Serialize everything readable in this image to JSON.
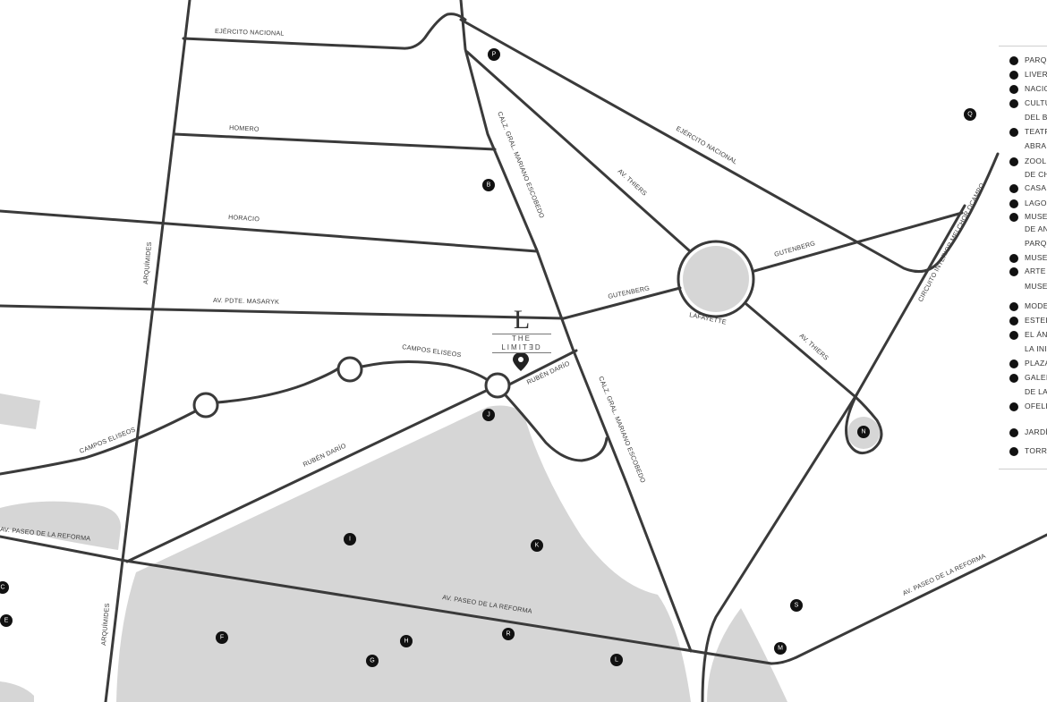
{
  "map": {
    "streets": {
      "ejercito_nacional_top": "EJÉRCITO NACIONAL",
      "ejercito_nacional_diag": "EJÉRCITO NACIONAL",
      "homero": "HOMERO",
      "horacio": "HORACIO",
      "masaryk": "AV. PDTE. MASARYK",
      "campos_eliseos_top": "CAMPOS ELISEOS",
      "campos_eliseos_left": "CAMPOS ELISEOS",
      "ruben_dario_right": "RUBÉN DARÍO",
      "ruben_dario_left": "RUBÉN DARÍO",
      "escobedo_top": "CALZ. GRAL. MARIANO ESCOBEDO",
      "escobedo_bottom": "CALZ. GRAL. MARIANO ESCOBEDO",
      "thiers_top": "AV. THIERS",
      "thiers_bottom": "AV. THIERS",
      "gutenberg_right": "GUTENBERG",
      "gutenberg_left": "GUTENBERG",
      "lafayette": "LAFAYETTE",
      "circuito": "CIRCUITO INTERIOR MELCHOR OCAMPO",
      "arquimides_top": "ARQUÍMIDES",
      "arquimides_bottom": "ARQUÍMIDES",
      "reforma_left": "AV. PASEO DE LA REFORMA",
      "reforma_mid": "AV. PASEO DE LA REFORMA",
      "reforma_right": "AV. PASEO DE LA REFORMA"
    },
    "pins": {
      "P": "P",
      "Q": "Q",
      "B": "B",
      "J": "J",
      "N": "N",
      "I": "I",
      "K": "K",
      "C": "C",
      "E": "E",
      "F": "F",
      "H": "H",
      "G": "G",
      "R": "R",
      "L": "L",
      "S": "S",
      "M": "M"
    }
  },
  "brand": {
    "logo": "L",
    "name": "THE LIMIT∃D"
  },
  "legend": {
    "items": [
      {
        "text": "PARQ"
      },
      {
        "text": "LIVERI"
      },
      {
        "text": "NACIO"
      },
      {
        "text": "CULTU"
      },
      {
        "text": "DEL B"
      },
      {
        "text": "TEATR"
      },
      {
        "text": "ABRAI"
      },
      {
        "text": "ZOOL"
      },
      {
        "text": "DE CH"
      },
      {
        "text": "CASA"
      },
      {
        "text": "LAGO"
      },
      {
        "text": "MUSE"
      },
      {
        "text": "DE AN"
      },
      {
        "text": "PARQ"
      },
      {
        "text": "MUSE"
      },
      {
        "text": "ARTE"
      },
      {
        "text": "MUSE"
      },
      {
        "text": "MODE"
      },
      {
        "text": "ESTEL"
      },
      {
        "text": "EL ÁN"
      },
      {
        "text": "LA INI"
      },
      {
        "text": "PLAZA"
      },
      {
        "text": "GALEI"
      },
      {
        "text": "DE LA"
      },
      {
        "text": "OFELI"
      },
      {
        "text": "JARDÍ"
      },
      {
        "text": "TORRI"
      }
    ]
  },
  "colors": {
    "road": "#3a3a3a",
    "park": "#d6d6d6",
    "pin": "#111111",
    "background": "#ffffff"
  }
}
